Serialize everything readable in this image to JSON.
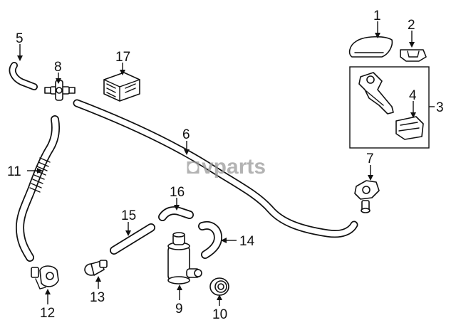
{
  "watermark": {
    "symbol": "◘",
    "text": "vparts"
  },
  "callouts": [
    "1",
    "2",
    "3",
    "4",
    "5",
    "6",
    "7",
    "8",
    "9",
    "10",
    "11",
    "12",
    "13",
    "14",
    "15",
    "16",
    "17"
  ]
}
